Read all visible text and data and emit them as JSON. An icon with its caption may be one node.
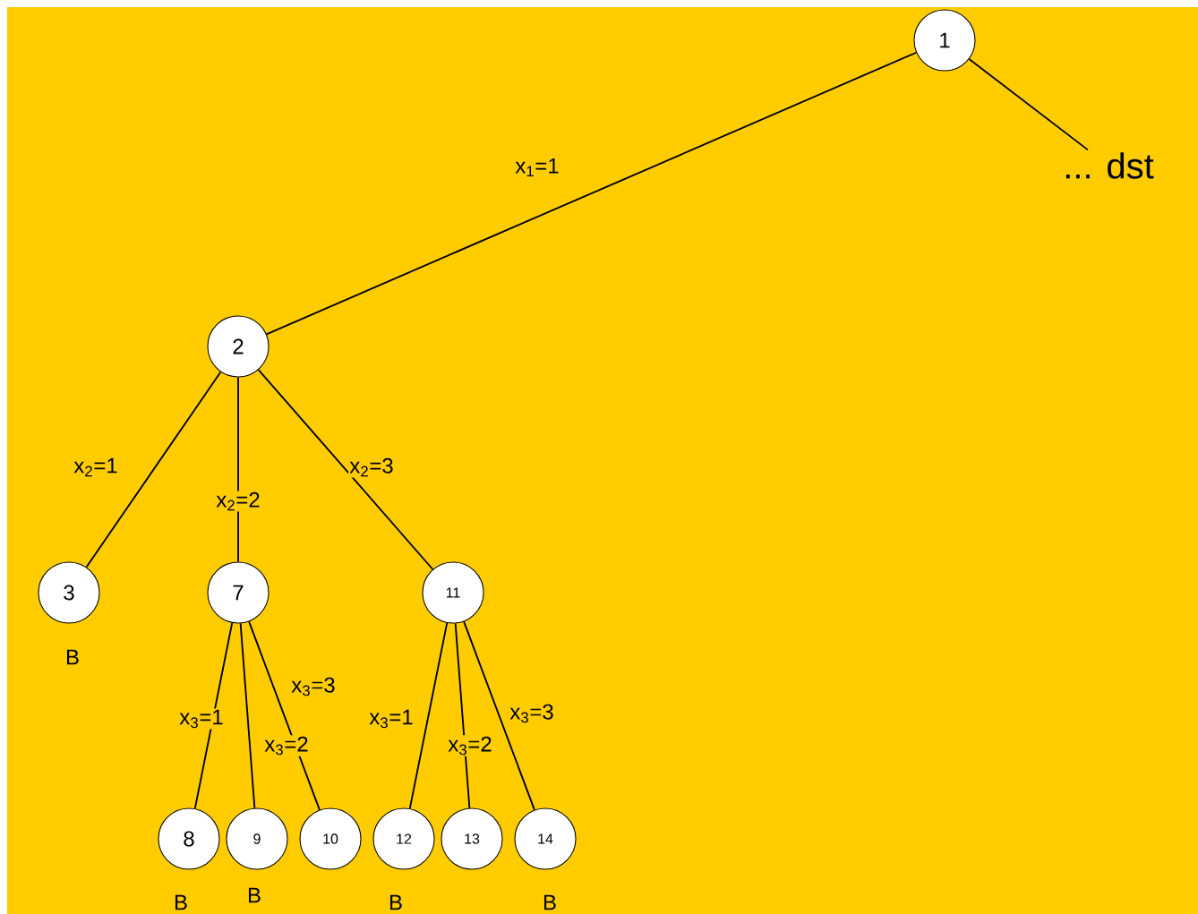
{
  "diagram": {
    "nodes": [
      {
        "text": [
          "1"
        ]
      },
      {
        "text": [
          "... dst"
        ]
      },
      {
        "text": [
          "2"
        ]
      },
      {
        "text": [
          "3"
        ],
        "beside": [
          "B"
        ]
      },
      {
        "text": [
          "7"
        ]
      },
      {
        "text": [
          "11"
        ]
      },
      {
        "text": [
          "8"
        ],
        "beside": [
          "B"
        ]
      },
      {
        "text": [
          "9"
        ],
        "beside": [
          "B"
        ]
      },
      {
        "text": [
          "10"
        ]
      },
      {
        "text": [
          "12"
        ],
        "beside": [
          "B"
        ]
      },
      {
        "text": [
          "13"
        ]
      },
      {
        "text": [
          "14"
        ],
        "beside": [
          "B"
        ]
      }
    ],
    "edges": [
      {
        "from": 0,
        "to": 2,
        "arrow": "none",
        "label": "x$_{1}$=1"
      },
      {
        "from": 0,
        "to": 1,
        "arrow": "none"
      },
      {
        "from": 2,
        "to": 3,
        "arrow": "none",
        "label": "x$_{2}$=1"
      },
      {
        "from": 2,
        "to": 4,
        "arrow": "none",
        "label": "x$_{2}$=2"
      },
      {
        "from": 2,
        "to": 5,
        "arrow": "none",
        "label": "x$_{2}$=3"
      },
      {
        "from": 4,
        "to": 6,
        "arrow": "none",
        "label": "x$_{3}$=1"
      },
      {
        "from": 4,
        "to": 7,
        "arrow": "none",
        "label": "x$_{3}$=2"
      },
      {
        "from": 4,
        "to": 8,
        "arrow": "none",
        "label": "x$_{3}$=3"
      },
      {
        "from": 5,
        "to": 9,
        "arrow": "none",
        "label": "x$_{3}$=1"
      },
      {
        "from": 5,
        "to": 10,
        "arrow": "none",
        "label": "x$_{3}$=2"
      },
      {
        "from": 5,
        "to": 11,
        "arrow": "none",
        "label": "x$_{3}$=3"
      }
    ]
  }
}
